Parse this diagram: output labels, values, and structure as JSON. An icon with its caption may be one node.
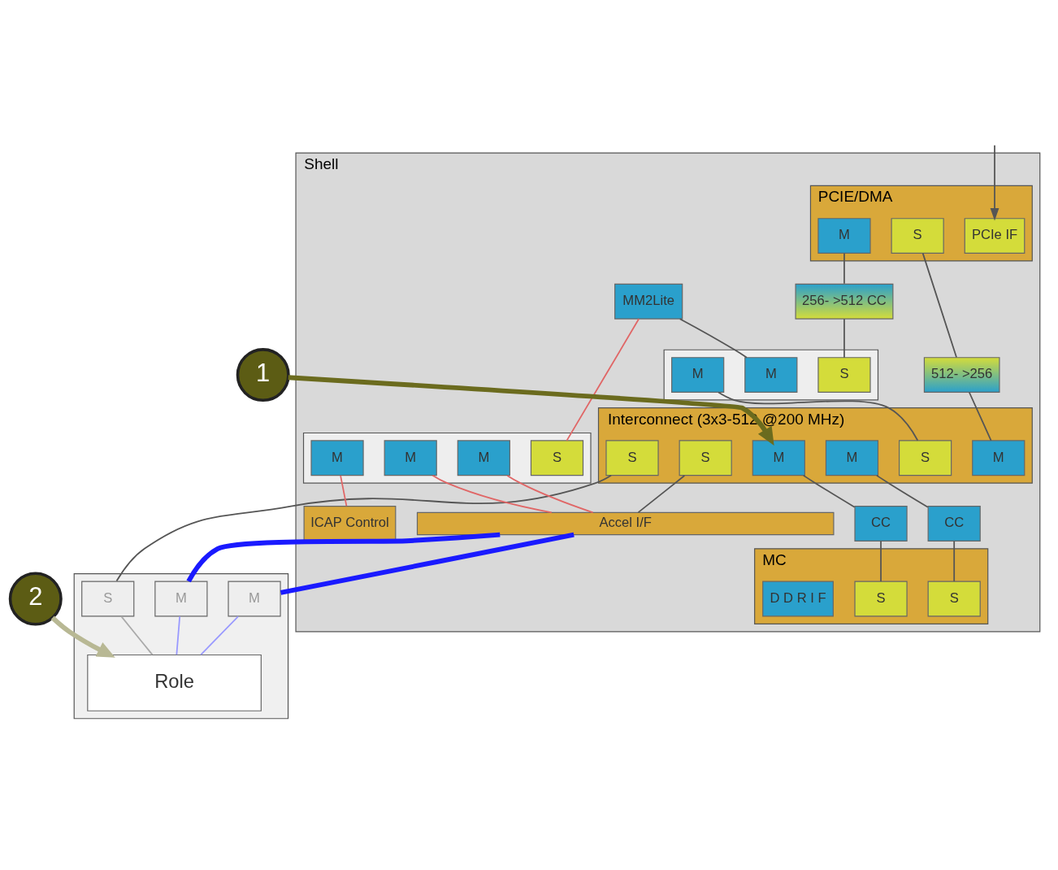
{
  "diagram": {
    "nodes": [
      {
        "text": [
          "Shell"
        ]
      },
      {
        "text": [
          "PCIE/DMA"
        ],
        "in": 0
      },
      {
        "text": [
          "PCIe IF"
        ],
        "in": 1
      },
      {
        "text": [
          "M"
        ],
        "in": 1
      },
      {
        "text": [
          "S"
        ],
        "in": 1
      },
      {
        "text": [
          "256- >512 CC"
        ],
        "in": 0
      },
      {
        "text": [
          "512- >256"
        ],
        "in": 0
      },
      {
        "text": [],
        "shape": "box",
        "in": 0
      },
      {
        "text": [
          "S"
        ],
        "in": 7
      },
      {
        "text": [
          "M"
        ],
        "in": 7
      },
      {
        "text": [
          "M"
        ],
        "in": 7
      },
      {
        "text": [
          "MM2Lite"
        ],
        "in": 0
      },
      {
        "text": [
          "Interconnect (3x3-512 @200 MHz)"
        ],
        "in": 0
      },
      {
        "text": [
          "S"
        ],
        "in": 12
      },
      {
        "text": [
          "M"
        ],
        "in": 12
      },
      {
        "text": [
          "M"
        ],
        "in": 12
      },
      {
        "text": [
          "M"
        ],
        "in": 12
      },
      {
        "text": [
          "S"
        ],
        "in": 12
      },
      {
        "text": [
          "S"
        ],
        "in": 12
      },
      {
        "text": [
          "CC"
        ],
        "in": 0
      },
      {
        "text": [
          "CC"
        ],
        "in": 0
      },
      {
        "text": [
          "MC"
        ],
        "in": 0
      },
      {
        "text": [
          "S"
        ],
        "in": 21
      },
      {
        "text": [
          "S"
        ],
        "in": 21
      },
      {
        "text": [
          "D D R I F"
        ],
        "in": 21
      },
      {
        "text": [],
        "shape": "box",
        "in": 0
      },
      {
        "text": [
          "S"
        ],
        "in": 25
      },
      {
        "text": [
          "M"
        ],
        "in": 25
      },
      {
        "text": [
          "M"
        ],
        "in": 25
      },
      {
        "text": [
          "M"
        ],
        "in": 25
      },
      {
        "text": [
          "Accel I/F"
        ],
        "in": 0
      },
      {
        "text": [
          "ICAP Control"
        ],
        "in": 0
      },
      {
        "text": [],
        "shape": "box"
      },
      {
        "text": [
          "S"
        ],
        "in": 32
      },
      {
        "text": [
          "M"
        ],
        "in": 32
      },
      {
        "text": [
          "M"
        ],
        "in": 32
      },
      {
        "text": [
          "Role"
        ],
        "in": 32
      },
      {
        "text": [
          "1"
        ]
      },
      {
        "text": [
          "2"
        ]
      }
    ],
    "edges": [
      {
        "from": null,
        "to": 2,
        "arrow": "to"
      },
      {
        "from": 3,
        "to": 5,
        "arrow": "none"
      },
      {
        "from": 4,
        "to": 6,
        "arrow": "none"
      },
      {
        "from": 5,
        "to": 8,
        "arrow": "none"
      },
      {
        "from": 11,
        "to": 9,
        "arrow": "none"
      },
      {
        "from": 10,
        "to": 13,
        "arrow": "none"
      },
      {
        "from": 6,
        "to": 14,
        "arrow": "none"
      },
      {
        "from": 15,
        "to": 19,
        "arrow": "none"
      },
      {
        "from": 19,
        "to": 22,
        "arrow": "none"
      },
      {
        "from": 16,
        "to": 20,
        "arrow": "none"
      },
      {
        "from": 20,
        "to": 23,
        "arrow": "none"
      },
      {
        "from": 11,
        "to": 26,
        "arrow": "none",
        "color": "#e06666"
      },
      {
        "from": 27,
        "to": 31,
        "arrow": "none",
        "color": "#e06666"
      },
      {
        "from": 28,
        "to": 30,
        "arrow": "none",
        "color": "#e06666"
      },
      {
        "from": 29,
        "to": 30,
        "arrow": "none",
        "color": "#e06666"
      },
      {
        "from": 17,
        "to": 33,
        "arrow": "none"
      },
      {
        "from": 18,
        "to": 30,
        "arrow": "none"
      },
      {
        "from": 30,
        "to": 34,
        "arrow": "none",
        "style": "thick",
        "color": "#1a1aff"
      },
      {
        "from": 30,
        "to": 35,
        "arrow": "none",
        "style": "thick",
        "color": "#1a1aff"
      },
      {
        "from": 33,
        "to": 36,
        "arrow": "none",
        "color": "#aaaaaa"
      },
      {
        "from": 34,
        "to": 36,
        "arrow": "none",
        "color": "#9999ff"
      },
      {
        "from": 35,
        "to": 36,
        "arrow": "none",
        "color": "#9999ff"
      },
      {
        "from": 37,
        "to": 15,
        "arrow": "to",
        "style": "thick",
        "color": "#6b6b1e"
      },
      {
        "from": 38,
        "to": 36,
        "arrow": "to",
        "style": "thick",
        "color": "#b8b894"
      }
    ]
  }
}
